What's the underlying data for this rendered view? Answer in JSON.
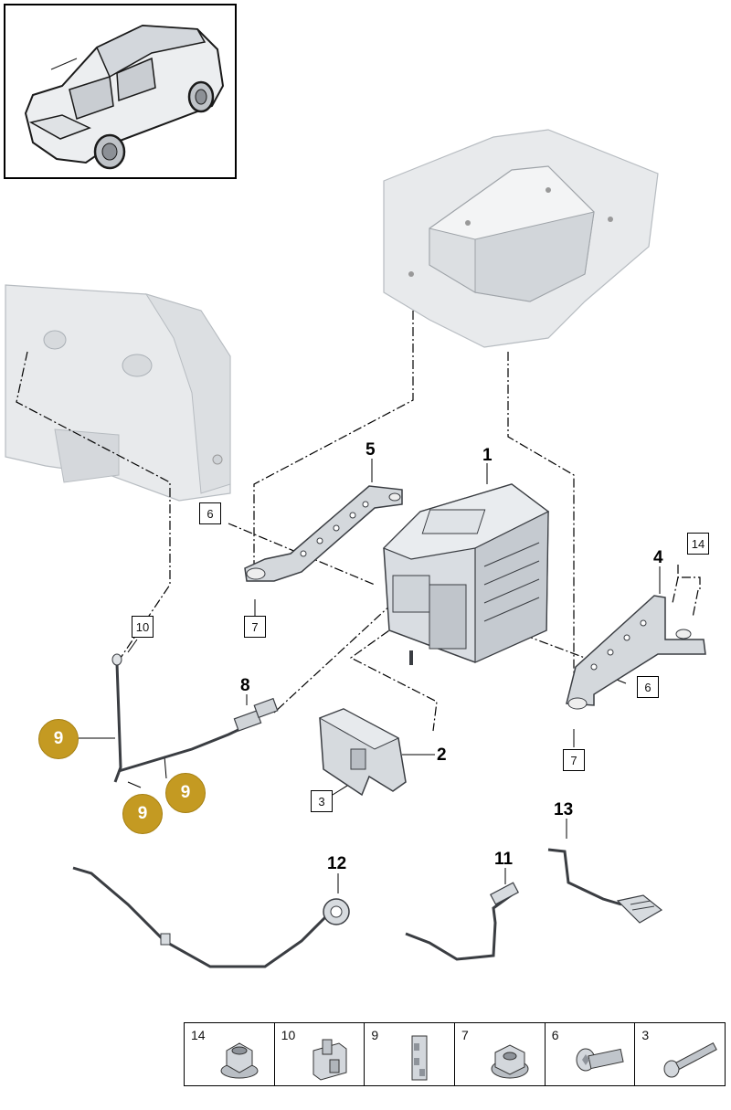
{
  "overview": {
    "icon": "car-overview-icon"
  },
  "part_labels": {
    "p1": "1",
    "p2": "2",
    "p4": "4",
    "p5": "5",
    "p8": "8",
    "p11": "11",
    "p12": "12",
    "p13": "13"
  },
  "boxed_labels": {
    "b3": "3",
    "b6a": "6",
    "b6b": "6",
    "b7a": "7",
    "b7b": "7",
    "b10": "10",
    "b14": "14"
  },
  "callouts": {
    "c1": "9",
    "c2": "9",
    "c3": "9"
  },
  "hardware_table": [
    {
      "num": "14",
      "icon": "flange-nut-icon"
    },
    {
      "num": "10",
      "icon": "cable-clip-icon"
    },
    {
      "num": "9",
      "icon": "cable-holder-icon"
    },
    {
      "num": "7",
      "icon": "hex-nut-icon"
    },
    {
      "num": "6",
      "icon": "torx-bolt-icon"
    },
    {
      "num": "3",
      "icon": "long-screw-icon"
    }
  ],
  "colors": {
    "callout": "#c49a22",
    "part_fill": "#d9dde2",
    "part_stroke": "#3a3d42",
    "body_fill": "#e6e8ea"
  }
}
